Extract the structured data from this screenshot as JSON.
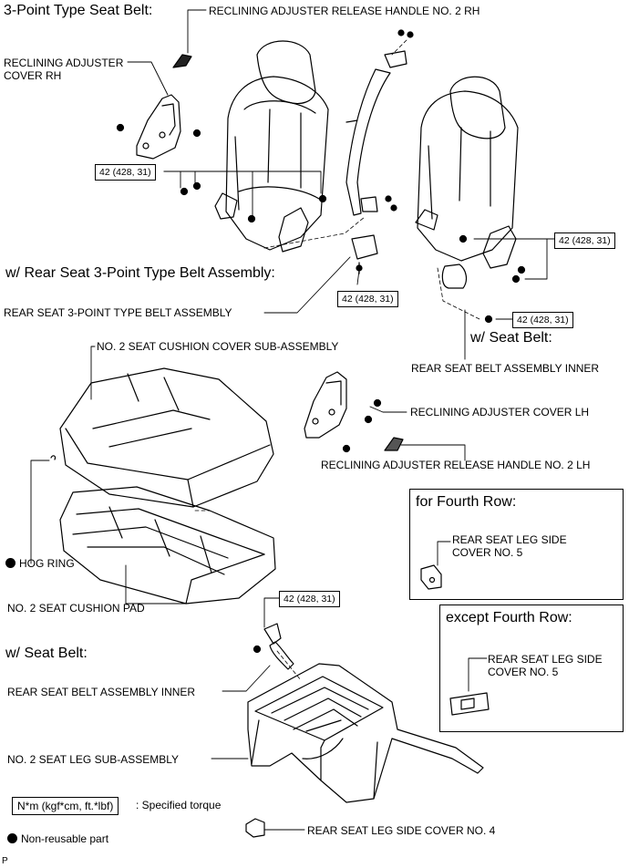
{
  "headings": {
    "three_point": "3-Point Type Seat Belt:",
    "rear_3pt_belt": "w/ Rear Seat 3-Point Type Belt Assembly:",
    "w_seat_belt_upper": "w/ Seat Belt:",
    "w_seat_belt_lower": "w/ Seat Belt:"
  },
  "labels": {
    "release_handle_rh": "RECLINING ADJUSTER RELEASE HANDLE NO. 2 RH",
    "adjuster_cover_rh": "RECLINING ADJUSTER\nCOVER RH",
    "rear_seat_3pt_belt_assy": "REAR SEAT 3-POINT TYPE BELT ASSEMBLY",
    "seat_cushion_cover": "NO. 2 SEAT CUSHION COVER SUB-ASSEMBLY",
    "belt_inner_upper": "REAR SEAT BELT ASSEMBLY INNER",
    "adjuster_cover_lh": "RECLINING ADJUSTER COVER LH",
    "release_handle_lh": "RECLINING ADJUSTER RELEASE HANDLE NO. 2 LH",
    "hog_ring": "HOG RING",
    "seat_cushion_pad": "NO. 2 SEAT CUSHION PAD",
    "belt_inner_lower": "REAR SEAT BELT ASSEMBLY INNER",
    "seat_leg_sub": "NO. 2 SEAT LEG SUB-ASSEMBLY",
    "leg_cover_no4": "REAR SEAT LEG SIDE COVER NO. 4"
  },
  "torque_labels": [
    "42 (428, 31)",
    "42 (428, 31)",
    "42 (428, 31)",
    "42 (428, 31)",
    "42 (428, 31)"
  ],
  "inset_fourth_row": {
    "title": "for Fourth Row:",
    "label": "REAR SEAT LEG SIDE\nCOVER NO. 5"
  },
  "inset_except_fourth": {
    "title": "except Fourth Row:",
    "label": "REAR SEAT LEG SIDE\nCOVER NO. 5"
  },
  "legend": {
    "torque_box": "N*m (kgf*cm, ft.*lbf)",
    "torque_text": ": Specified torque",
    "non_reusable": "Non-reusable part"
  },
  "footer_code": "P"
}
